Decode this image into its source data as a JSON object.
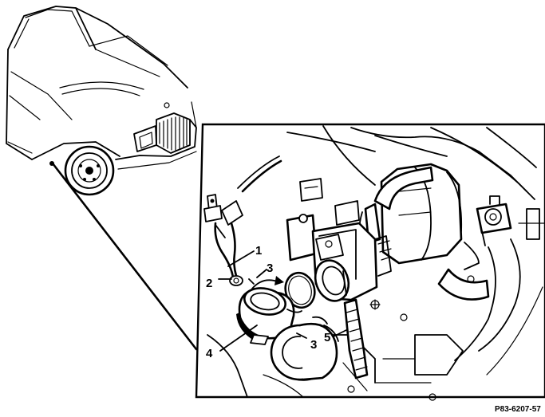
{
  "callouts": {
    "c1": "1",
    "c2": "2",
    "c3a": "3",
    "c3b": "3",
    "c4": "4",
    "c5": "5"
  },
  "figure_code": "P83-6207-57"
}
